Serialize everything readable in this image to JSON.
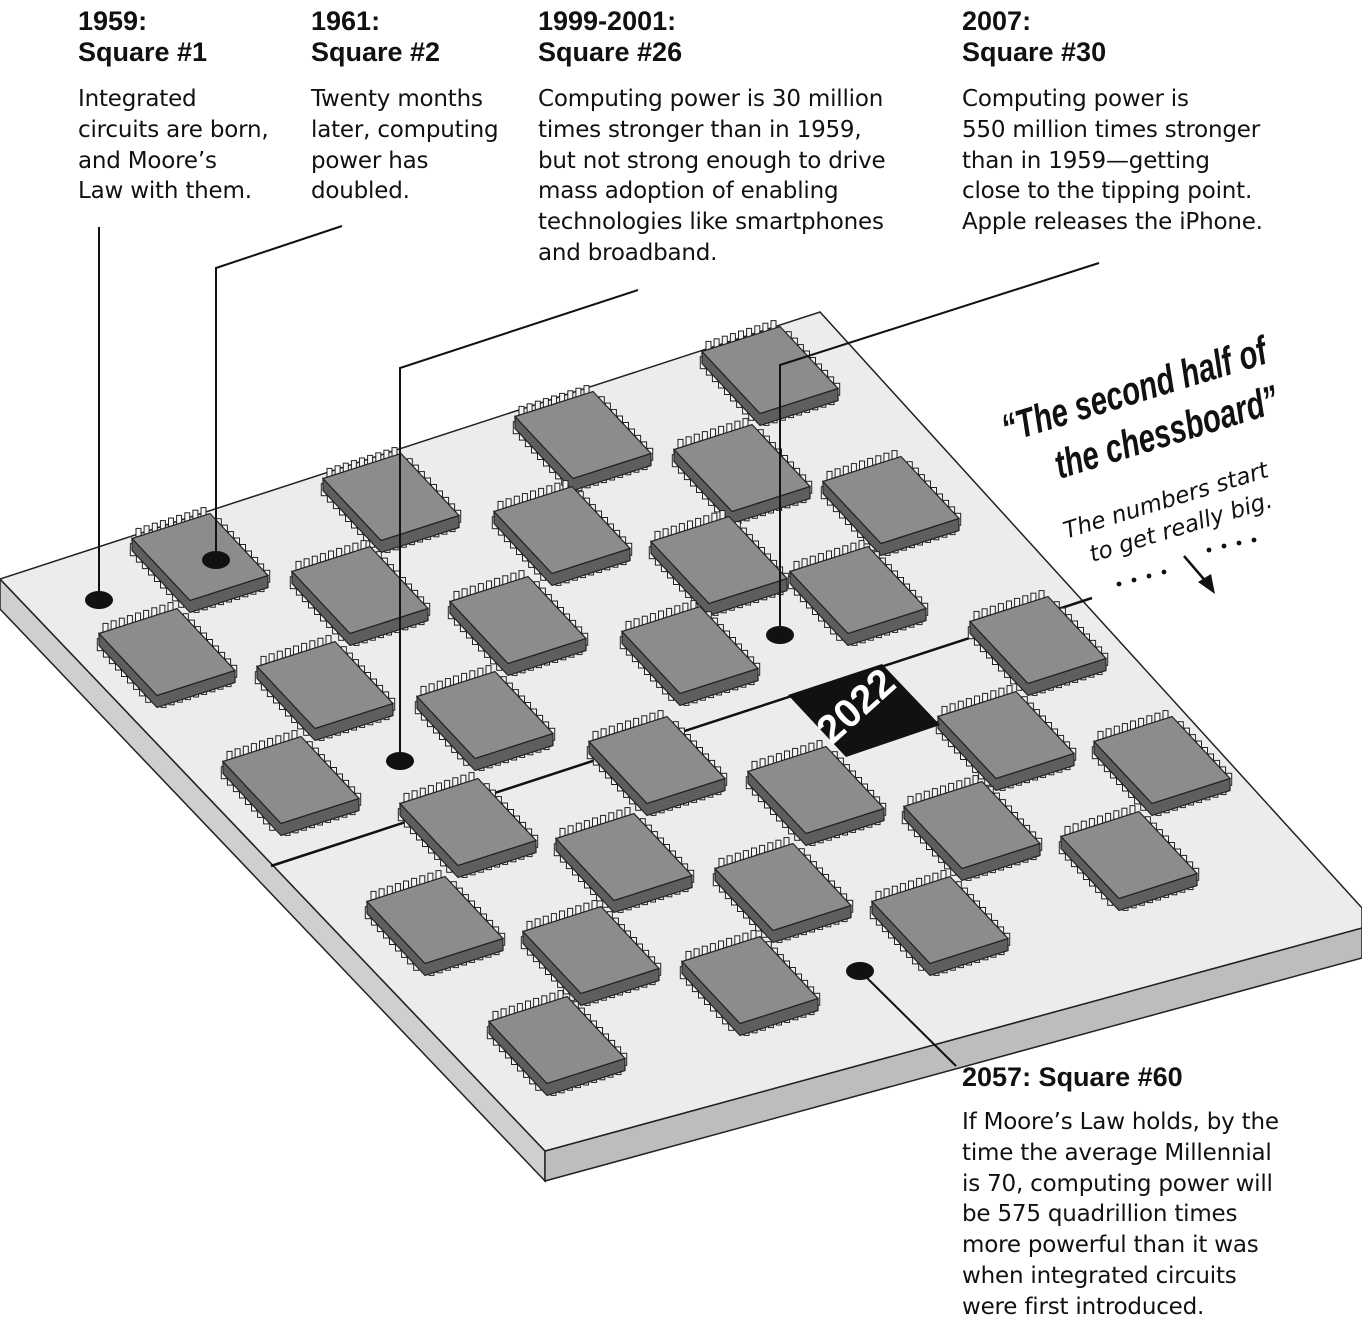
{
  "callouts": [
    {
      "id": "sq1",
      "title_lines": [
        "1959:",
        "Square #1"
      ],
      "body_lines": [
        "Integrated",
        "circuits are born,",
        "and Moore’s",
        "Law with them."
      ]
    },
    {
      "id": "sq2",
      "title_lines": [
        "1961:",
        "Square #2"
      ],
      "body_lines": [
        "Twenty months",
        "later, computing",
        "power has",
        "doubled."
      ]
    },
    {
      "id": "sq26",
      "title_lines": [
        "1999-2001:",
        "Square #26"
      ],
      "body_lines": [
        "Computing power is 30 million",
        "times stronger than in 1959,",
        "but not strong enough to drive",
        "mass adoption of enabling",
        "technologies like smartphones",
        "and broadband."
      ]
    },
    {
      "id": "sq30",
      "title_lines": [
        "2007:",
        "Square #30"
      ],
      "body_lines": [
        "Computing power is",
        "550 million times stronger",
        "than in 1959—getting",
        "close to the tipping point.",
        "Apple releases the iPhone."
      ]
    },
    {
      "id": "sq60",
      "title_lines": [
        "2057: Square #60"
      ],
      "body_lines": [
        "If Moore’s Law holds, by the",
        "time the average Millennial",
        "is 70, computing power will",
        "be 575 quadrillion times",
        "more powerful than it was",
        "when integrated circuits",
        "were first introduced."
      ]
    }
  ],
  "annotation": {
    "quote_lines": [
      "“The second half of",
      "the chessboard”"
    ],
    "sub_lines": [
      "The numbers start",
      "to get really big."
    ]
  },
  "year_badge": "2022",
  "colors": {
    "chip": "#8c8c8c",
    "chip_dark": "#5e5e5e",
    "board_top": "#ececec",
    "board_side": "#c8c8c8",
    "ink": "#111111"
  }
}
